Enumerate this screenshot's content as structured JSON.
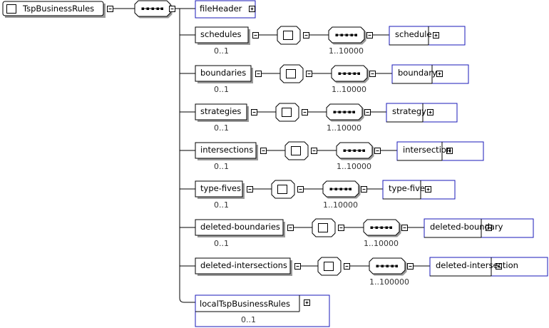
{
  "root": {
    "label": "TspBusinessRules"
  },
  "file_header": {
    "label": "fileHeader"
  },
  "collections": [
    {
      "label": "schedules",
      "card": "0..1",
      "child": "schedule",
      "child_card": "1..10000"
    },
    {
      "label": "boundaries",
      "card": "0..1",
      "child": "boundary",
      "child_card": "1..10000"
    },
    {
      "label": "strategies",
      "card": "0..1",
      "child": "strategy",
      "child_card": "1..10000"
    },
    {
      "label": "intersections",
      "card": "0..1",
      "child": "intersection",
      "child_card": "1..10000"
    },
    {
      "label": "type-fives",
      "card": "0..1",
      "child": "type-five",
      "child_card": "1..10000"
    },
    {
      "label": "deleted-boundaries",
      "card": "0..1",
      "child": "deleted-boundary",
      "child_card": "1..10000"
    },
    {
      "label": "deleted-intersections",
      "card": "",
      "child": "deleted-intersection",
      "child_card": "1..100000"
    }
  ],
  "local": {
    "label": "localTspBusinessRules",
    "card": "0..1"
  },
  "icons": {
    "expand": "plus-box-icon",
    "collapse": "minus-box-icon",
    "sequence": "sequence-compositor-icon",
    "choice": "choice-compositor-icon",
    "element": "element-icon"
  },
  "colors": {
    "element_border": "#000000",
    "type_border": "#1a1ab8",
    "shadow": "#9a9a9a",
    "line": "#000000"
  }
}
